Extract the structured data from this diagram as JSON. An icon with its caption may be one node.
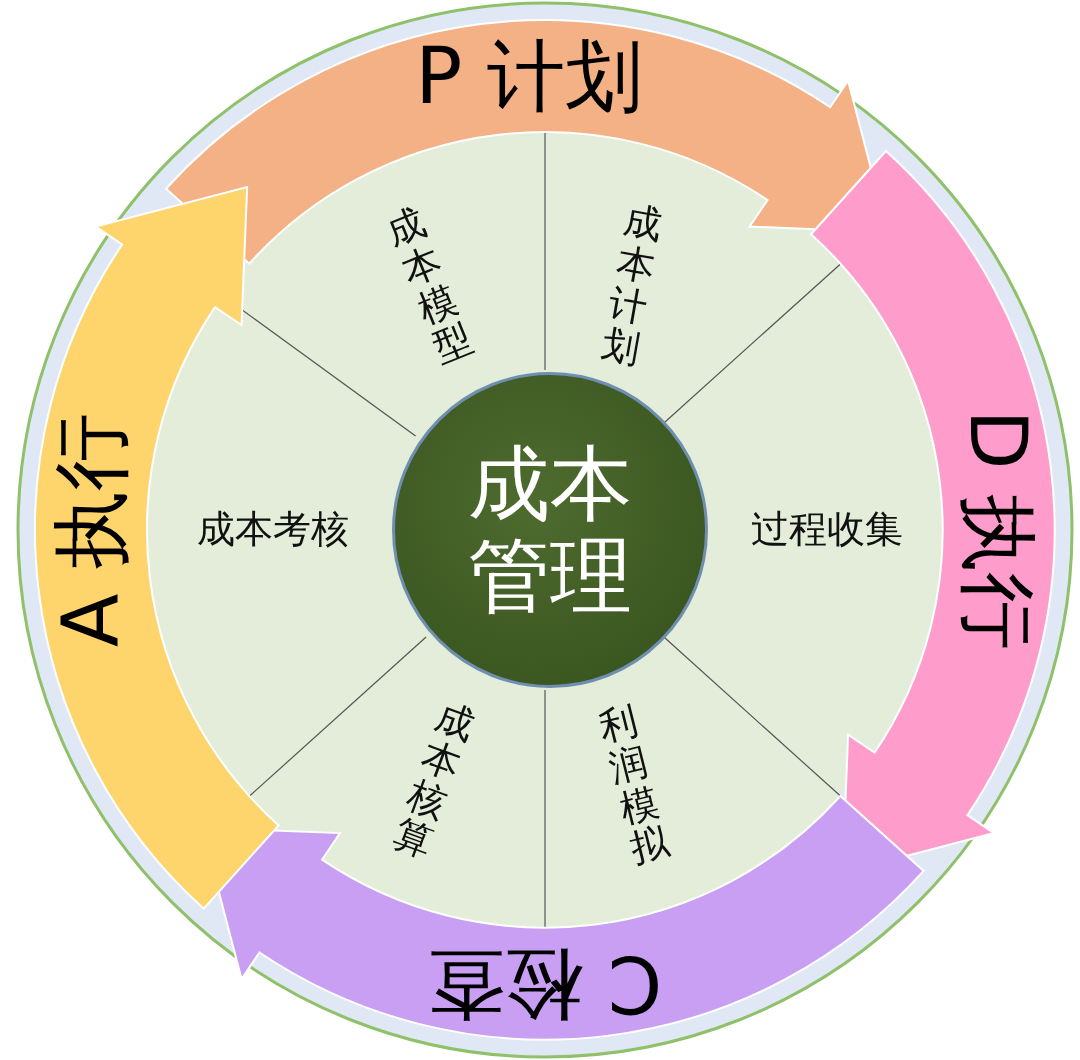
{
  "diagram": {
    "nodes": [
      {
        "text": [
          "P 计划"
        ]
      },
      {
        "text": [
          "D 执行"
        ]
      },
      {
        "text": [
          "C 检查"
        ]
      },
      {
        "text": [
          "A 执行"
        ]
      },
      {
        "text": [
          "成本管理"
        ]
      },
      {
        "text": [
          "成本模型"
        ]
      },
      {
        "text": [
          "成本计划"
        ]
      },
      {
        "text": [
          "过程收集"
        ]
      },
      {
        "text": [
          "利润模拟"
        ]
      },
      {
        "text": [
          "成本核算"
        ]
      },
      {
        "text": [
          "成本考核"
        ]
      }
    ]
  }
}
